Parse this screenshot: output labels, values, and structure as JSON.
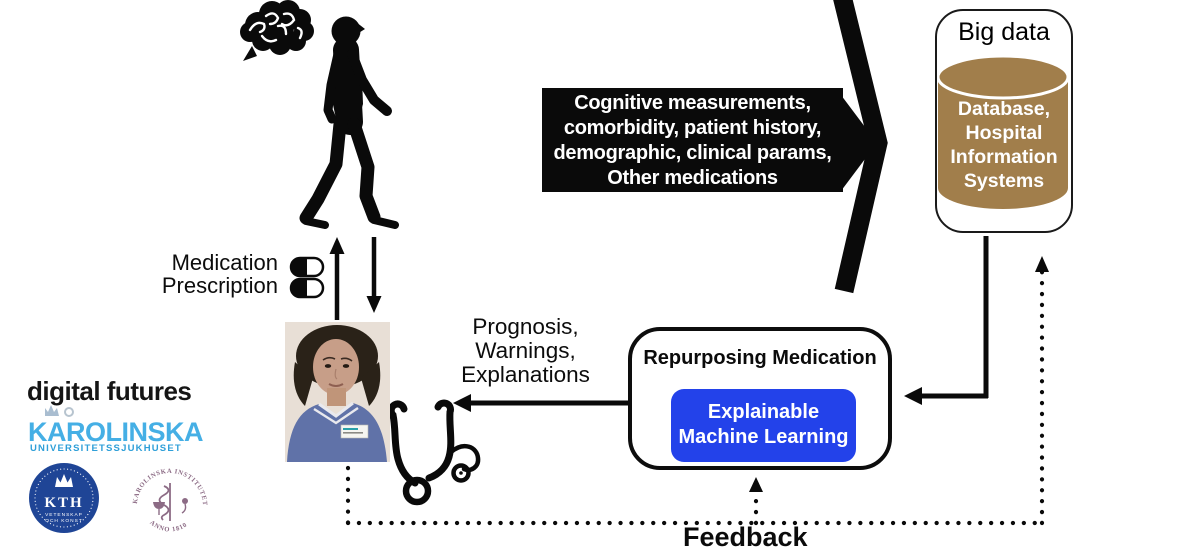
{
  "colors": {
    "ml_blue": "#2342EA",
    "cylinder_brown": "#A17E4B",
    "karolinska_blue": "#45AFE5",
    "karolinska_sub_blue": "#2E9FD8",
    "kth_navy": "#1F4596",
    "ki_mauve": "#8C6B85",
    "arrow_black": "#0A0A0A"
  },
  "flow": {
    "input_arrow_text": "Cognitive measurements,\ncomorbidity, patient history,\ndemographic, clinical params,\nOther medications",
    "medication_label": "Medication\nPrescription",
    "prognosis_label": "Prognosis,\nWarnings,\nExplanations",
    "feedback_label": "Feedback"
  },
  "big_data": {
    "title": "Big data",
    "cylinder_label": "Database,\nHospital\nInformation\nSystems"
  },
  "repurposing": {
    "title": "Repurposing Medication",
    "ml_label": "Explainable\nMachine Learning"
  },
  "logos": {
    "digital_futures": "digital futures",
    "karolinska_name": "KAROLINSKA",
    "karolinska_subtitle": "UNIVERSITETSSJUKHUSET",
    "kth_abbr": "KTH",
    "kth_motto1": "VETENSKAP",
    "kth_motto2": "OCH KONST",
    "ki_ring_text": "KAROLINSKA INSTITUTET",
    "ki_anno": "ANNO 1810"
  }
}
